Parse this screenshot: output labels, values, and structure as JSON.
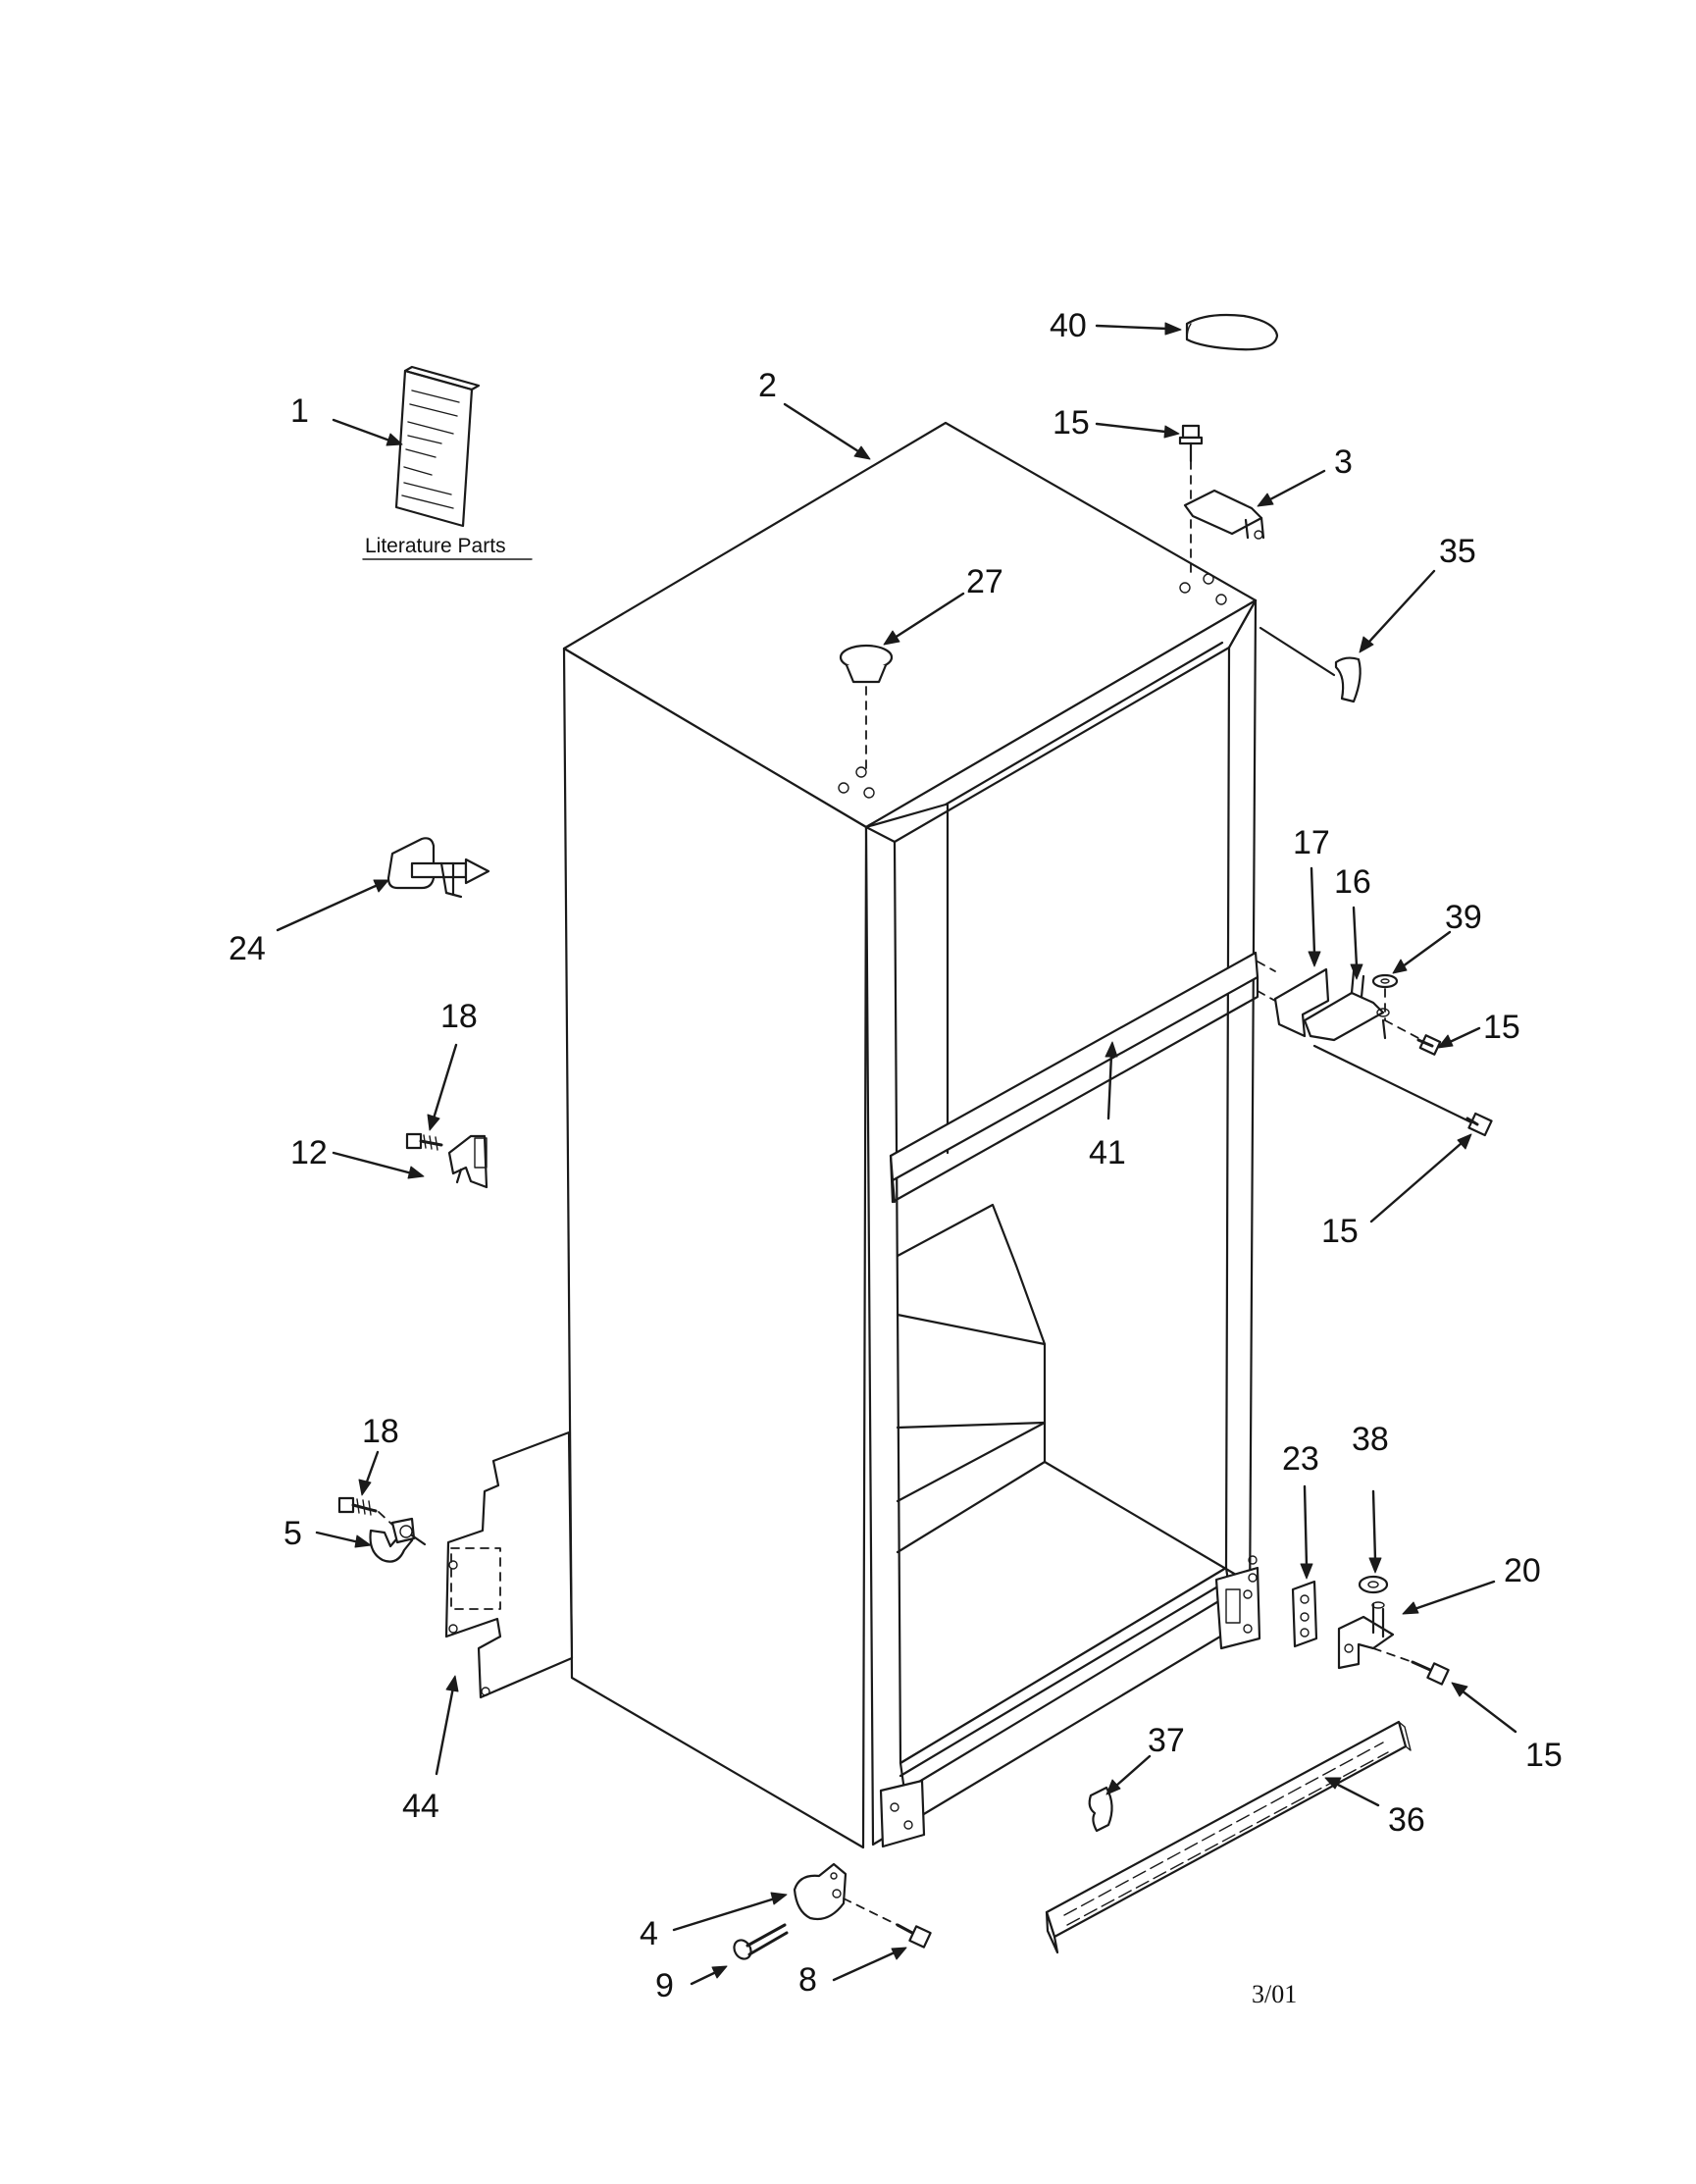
{
  "caption": {
    "literature": "Literature Parts",
    "date": "3/01"
  },
  "callouts": [
    {
      "id": "c1",
      "label": "1"
    },
    {
      "id": "c2",
      "label": "2"
    },
    {
      "id": "c3",
      "label": "3"
    },
    {
      "id": "c4",
      "label": "4"
    },
    {
      "id": "c5",
      "label": "5"
    },
    {
      "id": "c8",
      "label": "8"
    },
    {
      "id": "c9",
      "label": "9"
    },
    {
      "id": "c12",
      "label": "12"
    },
    {
      "id": "c15a",
      "label": "15"
    },
    {
      "id": "c15b",
      "label": "15"
    },
    {
      "id": "c15c",
      "label": "15"
    },
    {
      "id": "c15d",
      "label": "15"
    },
    {
      "id": "c16",
      "label": "16"
    },
    {
      "id": "c17",
      "label": "17"
    },
    {
      "id": "c18a",
      "label": "18"
    },
    {
      "id": "c18b",
      "label": "18"
    },
    {
      "id": "c20",
      "label": "20"
    },
    {
      "id": "c23",
      "label": "23"
    },
    {
      "id": "c24",
      "label": "24"
    },
    {
      "id": "c27",
      "label": "27"
    },
    {
      "id": "c35",
      "label": "35"
    },
    {
      "id": "c36",
      "label": "36"
    },
    {
      "id": "c37",
      "label": "37"
    },
    {
      "id": "c38",
      "label": "38"
    },
    {
      "id": "c39",
      "label": "39"
    },
    {
      "id": "c40",
      "label": "40"
    },
    {
      "id": "c41",
      "label": "41"
    },
    {
      "id": "c44",
      "label": "44"
    }
  ]
}
